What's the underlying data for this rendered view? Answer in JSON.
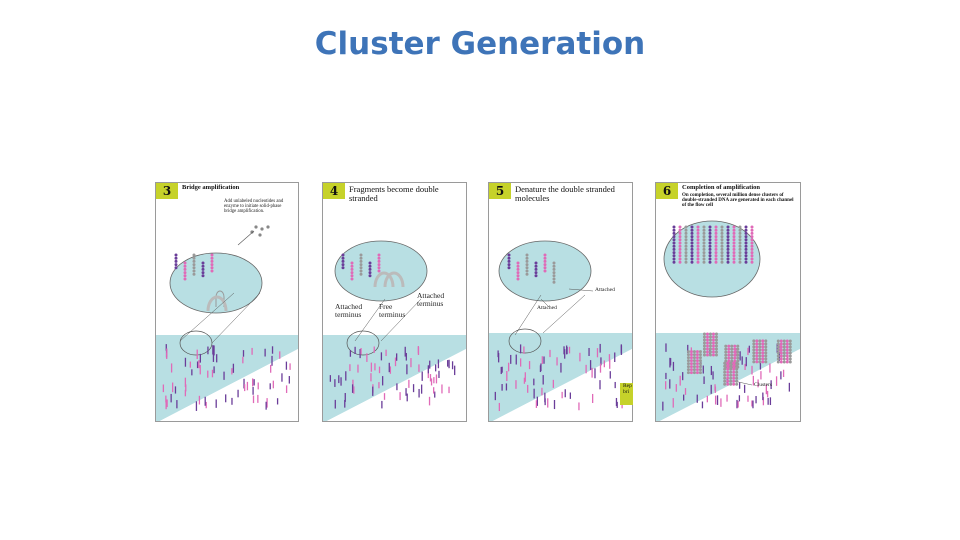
{
  "slide": {
    "title": "Cluster Generation"
  },
  "panels": [
    {
      "number": "3",
      "heading": "Bridge amplification",
      "note": "Add unlabeled nucleotides and enzyme to initiate solid-phase bridge amplification."
    },
    {
      "number": "4",
      "heading": "Fragments become double stranded",
      "labels": {
        "attached_terminus": "Attached terminus",
        "free_terminus": "Free terminus",
        "attached_terminus_2": "Attached terminus"
      }
    },
    {
      "number": "5",
      "heading": "Denature the double stranded molecules",
      "labels": {
        "attached_1": "Attached",
        "attached_2": "Attached"
      },
      "cut_box_text": "Rep bri"
    },
    {
      "number": "6",
      "heading": "Completion of amplification",
      "subheading": "On completion, several million dense clusters of double-stranded DNA are generated in each channel of the flow cell",
      "labels": {
        "clusters": "Clusters"
      }
    }
  ],
  "colors": {
    "title": "#3e74b8",
    "badge": "#c6d22a",
    "surface": "#b8dfe3",
    "pink": "#e06ab8",
    "purple": "#6a3d99",
    "gray": "#9a9a9a"
  }
}
